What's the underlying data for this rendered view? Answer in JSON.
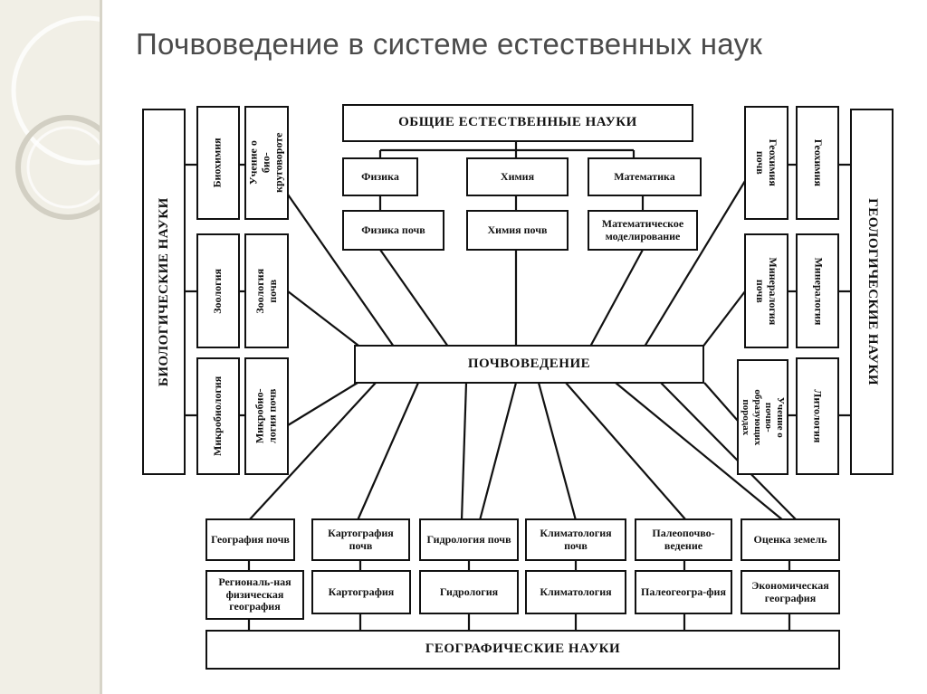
{
  "title": "Почвоведение в системе естественных наук",
  "center": "ПОЧВОВЕДЕНИЕ",
  "general": {
    "header": "ОБЩИЕ ЕСТЕСТВЕННЫЕ НАУКИ",
    "row1": [
      "Физика",
      "Химия",
      "Математика"
    ],
    "row2": [
      "Физика почв",
      "Химия почв",
      "Математическое моделирование"
    ]
  },
  "biological": {
    "header": "БИОЛОГИЧЕСКИЕ НАУКИ",
    "outer": [
      "Биохимия",
      "Зоология",
      "Микробиология"
    ],
    "inner": [
      "Учение о био-круговороте",
      "Зоология почв",
      "Микробио-логия почв"
    ]
  },
  "geological": {
    "header": "ГЕОЛОГИЧЕСКИЕ НАУКИ",
    "outer": [
      "Геохимия",
      "Минералогия",
      "Литология"
    ],
    "inner": [
      "Геохимия почв",
      "Минералогия почв",
      "Учение о почво-образующих породах"
    ]
  },
  "geographical": {
    "header": "ГЕОГРАФИЧЕСКИЕ НАУКИ",
    "row1": [
      "География почв",
      "Картография почв",
      "Гидрология почв",
      "Климатология почв",
      "Палеопочво-ведение",
      "Оценка земель"
    ],
    "row2": [
      "Региональ-ная физическая география",
      "Картография",
      "Гидрология",
      "Климатология",
      "Палеогеогра-фия",
      "Экономическая география"
    ]
  }
}
